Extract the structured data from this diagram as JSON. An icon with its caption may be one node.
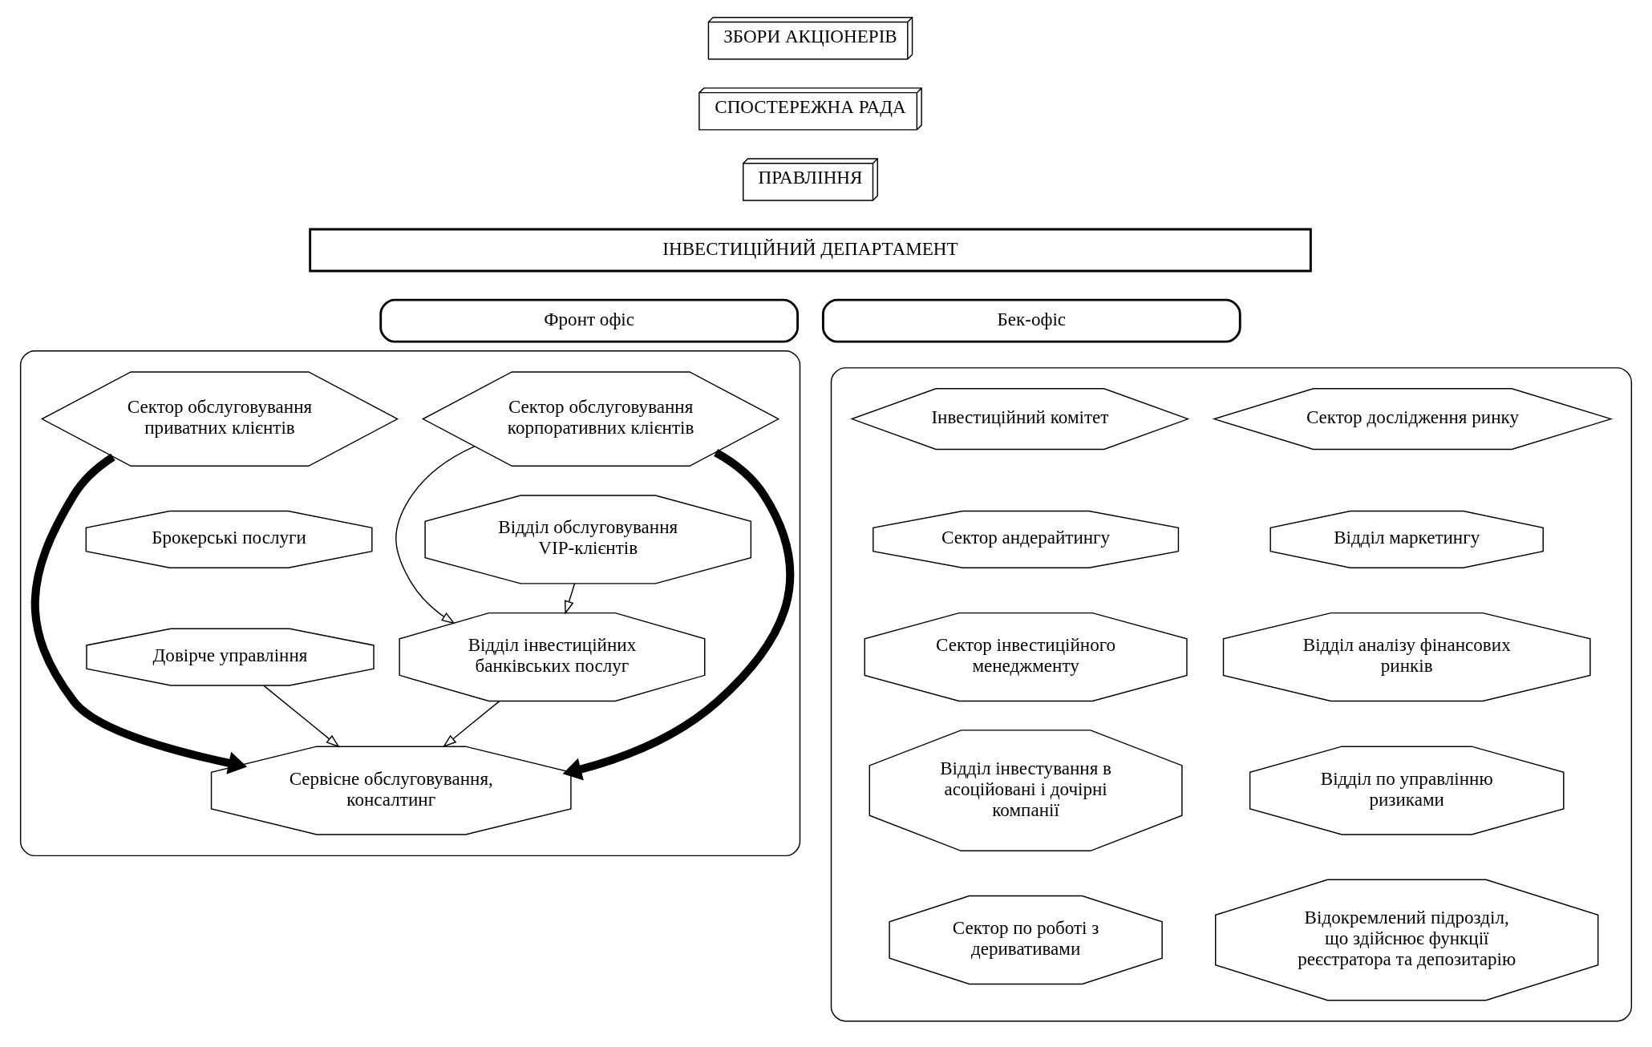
{
  "diagram": {
    "nodes": [
      {
        "text": [
          "ЗБОРИ АКЦІОНЕРІВ"
        ]
      },
      {
        "text": [
          "СПОСТЕРЕЖНА РАДА"
        ]
      },
      {
        "text": [
          "ПРАВЛІННЯ"
        ]
      },
      {
        "text": [
          "ІНВЕСТИЦІЙНИЙ ДЕПАРТАМЕНТ"
        ]
      },
      {
        "text": [
          "Фронт офіс"
        ]
      },
      {
        "text": [
          "Бек-офіс"
        ]
      },
      {
        "text": [],
        "shape": "cylinder"
      },
      {
        "text": [],
        "shape": "cylinder"
      },
      {
        "text": [
          "Сектор обслуговування корпоративних клієнтів"
        ],
        "in": 6
      },
      {
        "text": [
          "Сектор обслуговування приватних клієнтів"
        ],
        "in": 6
      },
      {
        "text": [
          "Відділ обслуговування VIP-клієнтів"
        ],
        "in": 6
      },
      {
        "text": [
          "Брокерські послуги"
        ],
        "in": 6
      },
      {
        "text": [
          "Відділ інвестиційних банківських послуг"
        ],
        "in": 6
      },
      {
        "text": [
          "Довірче управління"
        ],
        "in": 6
      },
      {
        "text": [
          "Сервісне обслуговування, консалтинг"
        ],
        "in": 6
      },
      {
        "text": [
          "Інвестиційний комітет"
        ],
        "in": 7
      },
      {
        "text": [
          "Сектор дослідження ринку"
        ],
        "in": 7
      },
      {
        "text": [
          "Сектор андерайтингу"
        ],
        "in": 7
      },
      {
        "text": [
          "Відділ маркетингу"
        ],
        "in": 7
      },
      {
        "text": [
          "Сектор інвестиційного менеджменту"
        ],
        "in": 7
      },
      {
        "text": [
          "Відділ аналізу фінансових ринків"
        ],
        "in": 7
      },
      {
        "text": [
          "Відділ інвестування в асоційовані і дочірні компанії"
        ],
        "in": 7
      },
      {
        "text": [
          "Відділ по управлінню ризиками"
        ],
        "in": 7
      },
      {
        "text": [
          "Сектор по роботі з деривативами"
        ],
        "in": 7
      },
      {
        "text": [
          "Відокремлений підрозділ, що здійснює функції реєстратора та депозитарію"
        ],
        "in": 7
      }
    ],
    "edges": [
      {
        "from": 10,
        "to": 12,
        "arrow": "to"
      },
      {
        "from": 8,
        "to": 12,
        "arrow": "to"
      },
      {
        "from": 12,
        "to": 14,
        "arrow": "to"
      },
      {
        "from": 8,
        "to": 14,
        "arrow": "to",
        "style": "thick"
      },
      {
        "from": 9,
        "to": 14,
        "arrow": "to",
        "style": "thick"
      },
      {
        "from": 13,
        "to": 14,
        "arrow": "to"
      }
    ]
  }
}
